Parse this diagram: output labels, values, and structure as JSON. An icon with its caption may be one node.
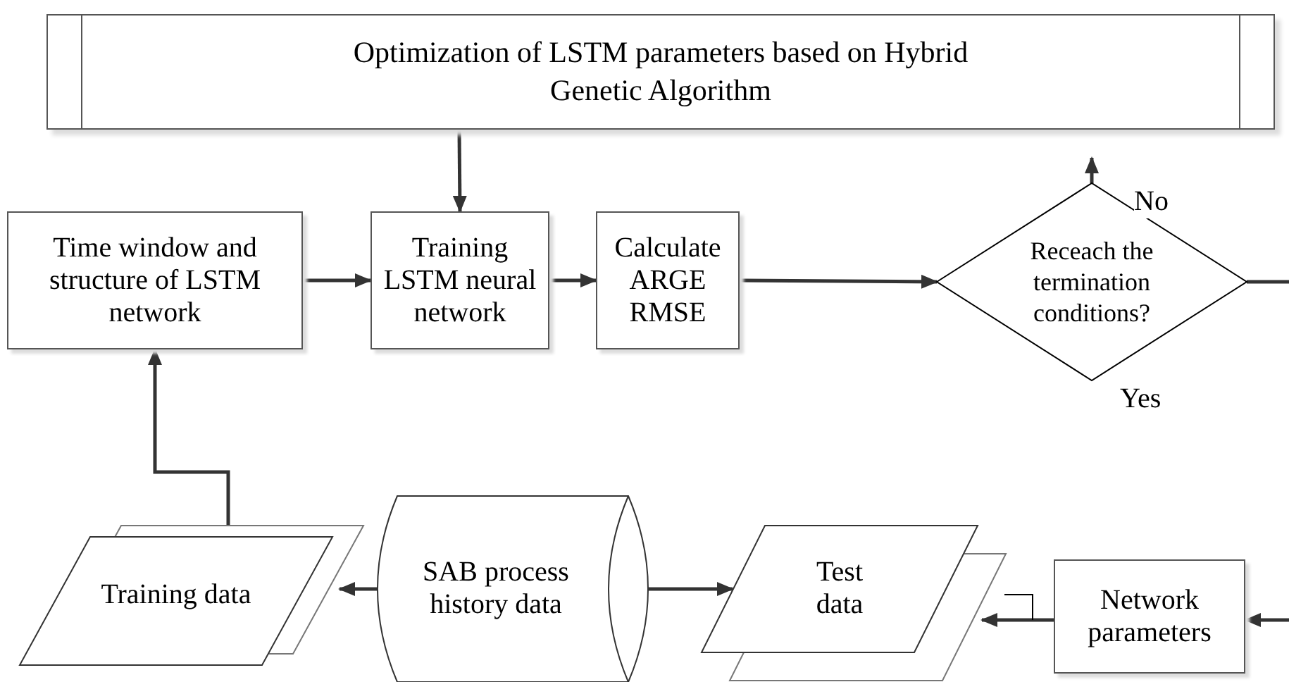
{
  "diagram": {
    "nodes": [
      {
        "text": [
          "Optimization of LSTM parameters based on Hybrid Genetic Algorithm"
        ]
      },
      {
        "text": [
          "Time window and structure of LSTM network"
        ]
      },
      {
        "text": [
          "Training LSTM neural network"
        ]
      },
      {
        "text": [
          "Calculate ARGE RMSE"
        ]
      },
      {
        "text": [
          "Receach the termination conditions?"
        ],
        "beside": [
          "Yes"
        ]
      },
      {
        "text": [
          "Training data"
        ]
      },
      {
        "text": [
          "SAB process history data"
        ]
      },
      {
        "text": [
          "Test data"
        ]
      },
      {
        "text": [
          "Network parameters"
        ]
      }
    ],
    "edges": [
      {
        "from": 0,
        "to": 2,
        "arrow": "to"
      },
      {
        "from": 1,
        "to": 2,
        "arrow": "to"
      },
      {
        "from": 2,
        "to": 3,
        "arrow": "to"
      },
      {
        "from": 3,
        "to": 4,
        "arrow": "to"
      },
      {
        "from": 4,
        "to": null,
        "arrow": "to",
        "label": "No"
      },
      {
        "from": 4,
        "to": null,
        "arrow": "none"
      },
      {
        "from": 6,
        "to": 5,
        "arrow": "to"
      },
      {
        "from": 6,
        "to": 7,
        "arrow": "to"
      },
      {
        "from": 8,
        "to": 7,
        "arrow": "to"
      },
      {
        "from": null,
        "to": 8,
        "arrow": "to"
      },
      {
        "from": 5,
        "to": 1,
        "arrow": "to"
      }
    ]
  }
}
